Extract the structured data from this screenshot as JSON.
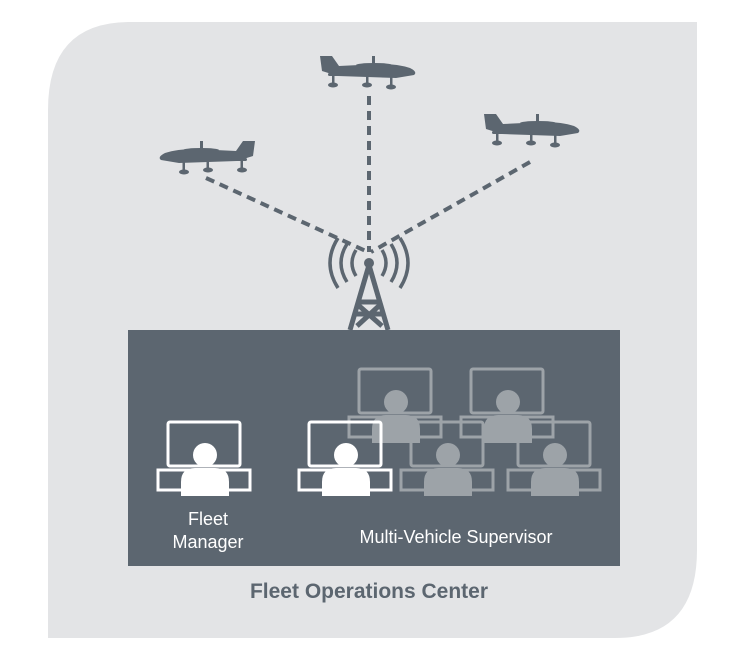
{
  "colors": {
    "panel_bg": "#e3e4e6",
    "center_bg": "#5c6670",
    "aircraft": "#5c6670",
    "link": "#5c6670",
    "operator_active": "#ffffff",
    "operator_inactive": "#9da3a8",
    "caption": "#5c6670"
  },
  "labels": {
    "fleet_manager_line1": "Fleet",
    "fleet_manager_line2": "Manager",
    "supervisor": "Multi-Vehicle Supervisor",
    "caption": "Fleet Operations Center"
  },
  "icons": {
    "aircraft": "aircraft-icon",
    "tower": "radio-tower-icon",
    "workstation": "operator-workstation-icon"
  }
}
